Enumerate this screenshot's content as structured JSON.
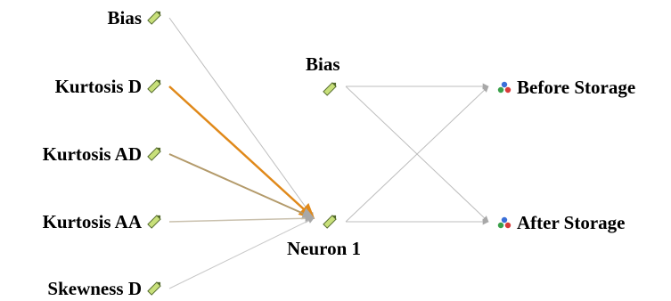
{
  "inputs": [
    {
      "label": "Bias",
      "icon": "ruler-pencil-icon"
    },
    {
      "label": "Kurtosis D",
      "icon": "ruler-pencil-icon"
    },
    {
      "label": "Kurtosis AD",
      "icon": "ruler-pencil-icon"
    },
    {
      "label": "Kurtosis AA",
      "icon": "ruler-pencil-icon"
    },
    {
      "label": "Skewness D",
      "icon": "ruler-pencil-icon"
    }
  ],
  "hidden": [
    {
      "label": "Bias",
      "icon": "ruler-pencil-icon"
    },
    {
      "label": "Neuron 1",
      "icon": "ruler-pencil-icon"
    }
  ],
  "outputs": [
    {
      "label": "Before Storage",
      "icon": "molecule-icon"
    },
    {
      "label": "After Storage",
      "icon": "molecule-icon"
    }
  ],
  "colors": {
    "strong_weight": "#e0891a",
    "medium_weight": "#b39a6a",
    "light_weight": "#c9c0ad",
    "faint_weight": "#bdbdbd"
  }
}
